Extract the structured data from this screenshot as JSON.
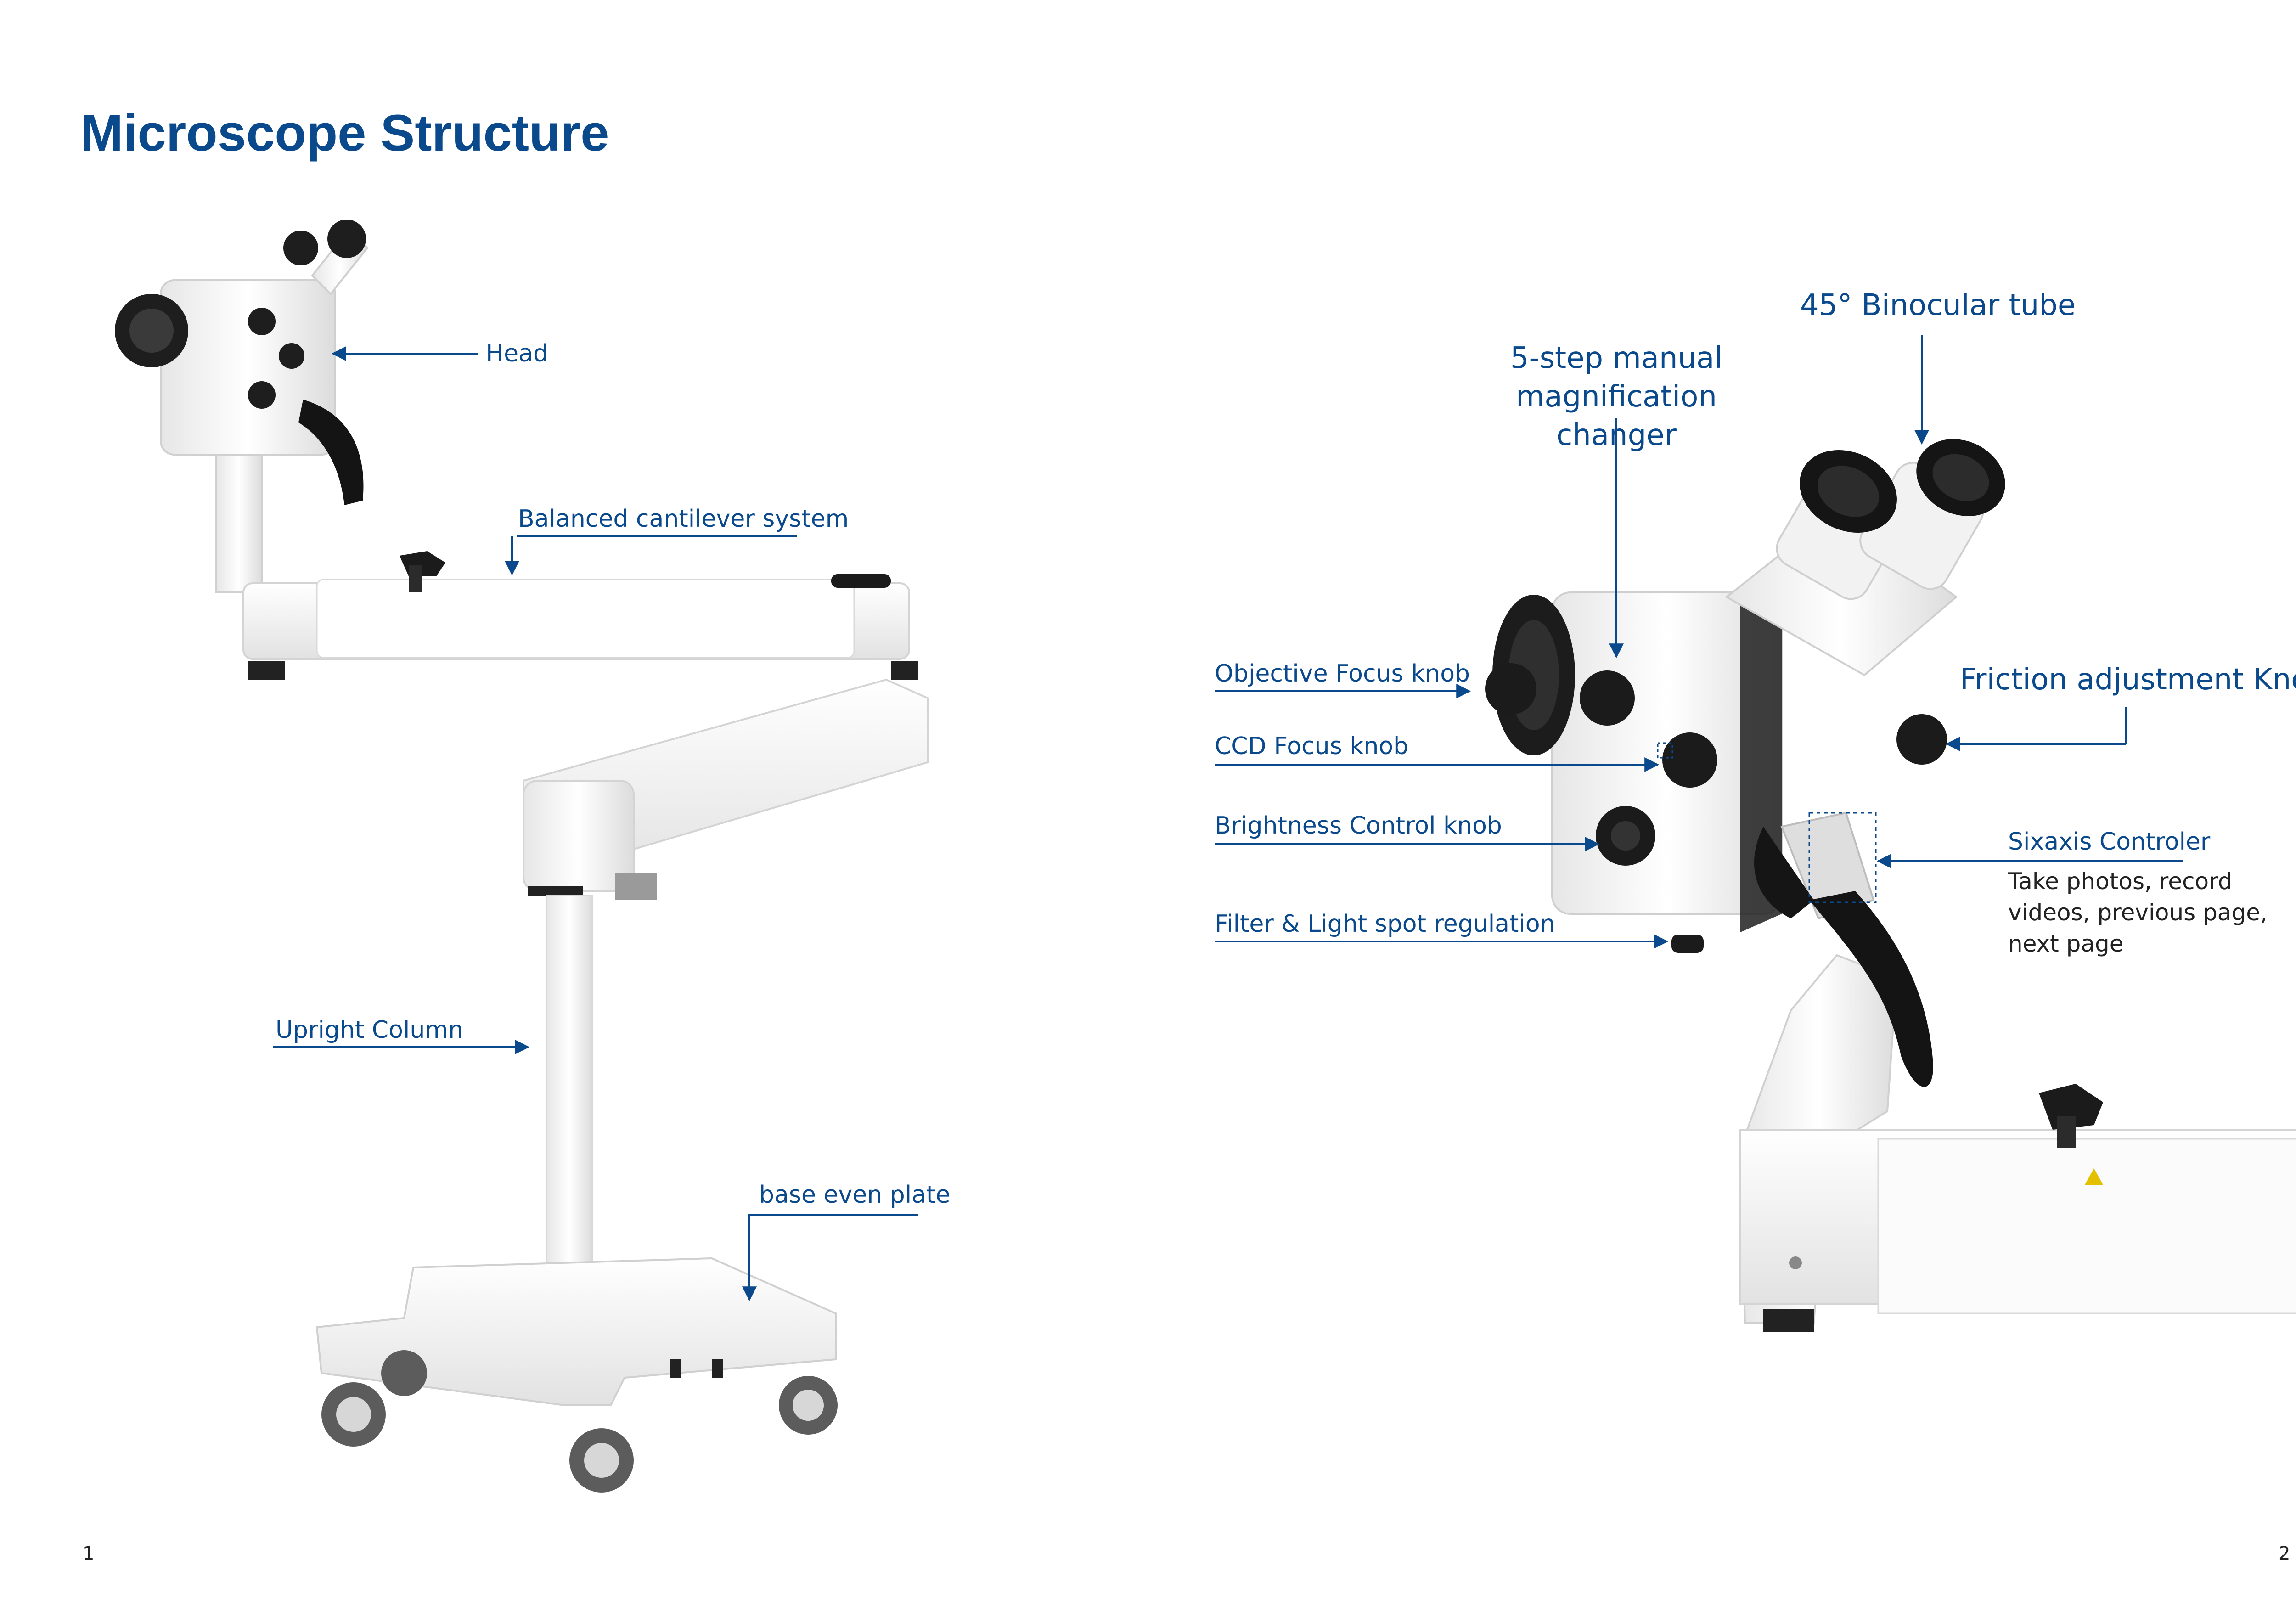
{
  "title": "Microscope Structure",
  "left_labels": {
    "head": "Head",
    "cantilever": "Balanced cantilever system",
    "column": "Upright Column",
    "base": "base even plate"
  },
  "right_labels": {
    "magnification": "5-step manual magnification changer",
    "binocular": "45° Binocular tube",
    "friction": "Friction adjustment Knob",
    "objective_focus": "Objective Focus knob",
    "ccd_focus": "CCD Focus knob",
    "brightness": "Brightness Control knob",
    "filter": "Filter & Light spot regulation",
    "sixaxis": "Sixaxis Controler",
    "sixaxis_desc": "Take photos, record videos, previous page, next page"
  },
  "pages": {
    "left": "1",
    "right": "2"
  },
  "colors": {
    "accent": "#0a4a8c",
    "body_white": "#f4f4f4",
    "knob": "#1b1b1b"
  },
  "icons": [
    "microscope-full-view",
    "microscope-head-closeup",
    "arrow-icon"
  ]
}
